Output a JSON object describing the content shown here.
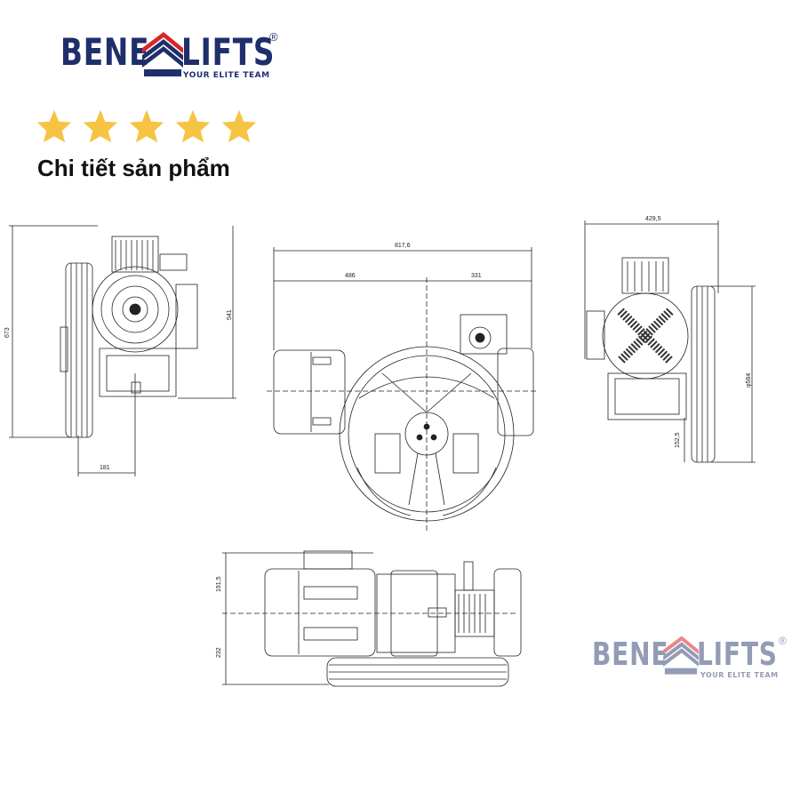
{
  "brand": {
    "name_part1": "BENE",
    "name_part2": "LIFTS",
    "tagline": "YOUR ELITE TEAM",
    "registered": "®",
    "colors": {
      "navy": "#1f2f6b",
      "red": "#d7262b"
    }
  },
  "rating": {
    "stars": 5,
    "max": 5,
    "star_color": "#f6c343"
  },
  "title": "Chi tiết sản phẩm",
  "drawing": {
    "side_left": {
      "height_total": "673",
      "height_partial": "541",
      "bottom_width": "181"
    },
    "front": {
      "width_total": "817,6",
      "width_left": "486",
      "width_right": "331"
    },
    "side_right": {
      "width_top": "429,5",
      "diameter": "φ584",
      "offset": "152,5"
    },
    "top": {
      "upper": "191,5",
      "lower": "232"
    }
  }
}
